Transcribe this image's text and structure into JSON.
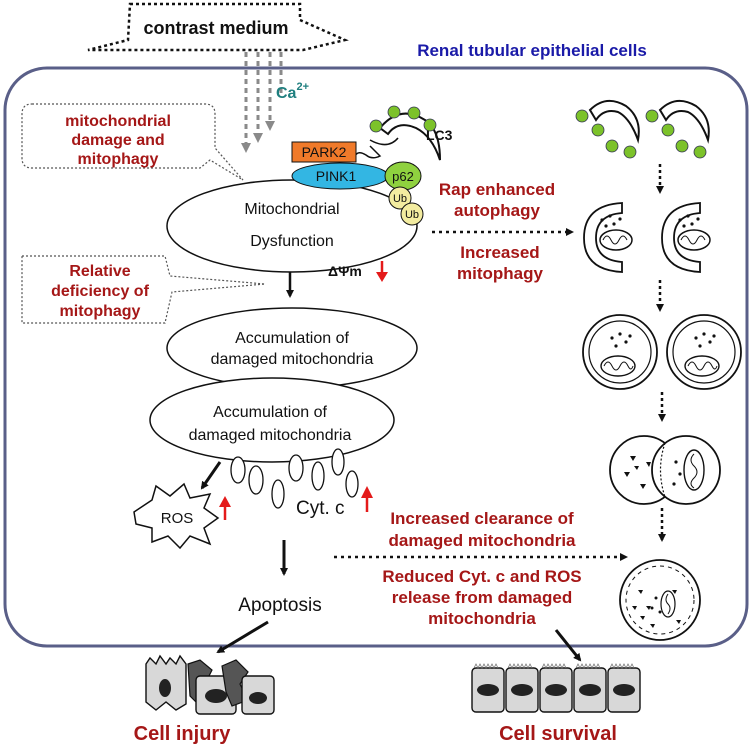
{
  "colors": {
    "cell_border": "#5a5f88",
    "title_blue": "#1a1aa8",
    "dark_red": "#a51717",
    "park2_orange": "#f07a2a",
    "pink1_cyan": "#33b6e3",
    "p62_green": "#8fd13f",
    "lc3_green": "#7cc22a",
    "ub_yellow": "#f3eca0",
    "ca_teal": "#1f7f7f",
    "arrow_up_red": "#e41a1a"
  },
  "labels": {
    "contrast_medium": "contrast medium",
    "cell_title": "Renal tubular epithelial cells",
    "calcium": "Ca",
    "calcium_charge": "2+",
    "park2": "PARK2",
    "pink1": "PINK1",
    "p62": "p62",
    "ub": "Ub",
    "lc3": "LC3",
    "delta_psi_m": "ΔΨm",
    "mito_dys_line1": "Mitochondrial",
    "mito_dys_line2": "Dysfunction",
    "callout1": [
      "mitochondrial",
      "damage and",
      "mitophagy"
    ],
    "callout2": [
      "Relative",
      "deficiency of",
      "mitophagy"
    ],
    "accum1": [
      "Accumulation of",
      "damaged mitochondria"
    ],
    "accum2": [
      "Accumulation of",
      "damaged mitochondria"
    ],
    "ros": "ROS",
    "cyt_c": "Cyt. c",
    "rap_enhanced": [
      "Rap enhanced",
      "autophagy"
    ],
    "increased_mitophagy": [
      "Increased",
      "mitophagy"
    ],
    "increased_clearance": [
      "Increased clearance of",
      "damaged mitochondria"
    ],
    "reduced_release": [
      "Reduced Cyt. c and ROS",
      "release from damaged",
      "mitochondria"
    ],
    "apoptosis": "Apoptosis",
    "cell_injury": "Cell injury",
    "cell_survival": "Cell survival"
  }
}
